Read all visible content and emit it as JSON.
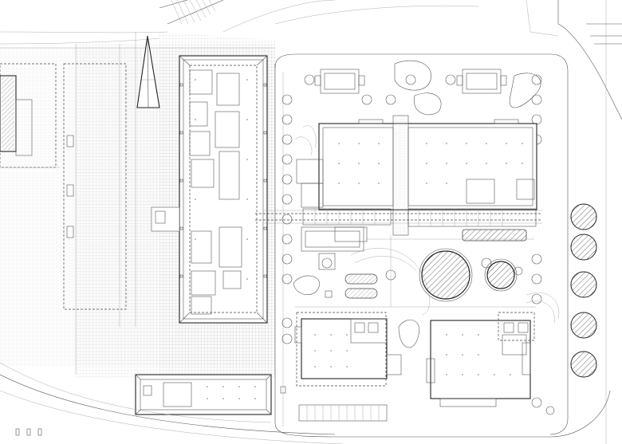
{
  "drawing": {
    "type": "architectural site plan",
    "style": "black line drawing on white",
    "legible_text": []
  },
  "colors": {
    "background": "#ffffff",
    "line": "#555555",
    "line_light": "#999999",
    "line_dark": "#222222"
  },
  "features": {
    "large_round_trees_right_column": 5,
    "circular_tanks": 2,
    "paved_grid_plaza": true,
    "dashed_service_corridor": true
  }
}
